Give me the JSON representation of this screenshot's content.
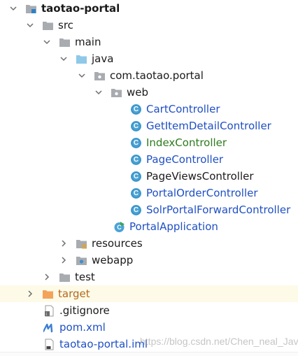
{
  "tree": {
    "project": "taotao-portal",
    "src": "src",
    "main": "main",
    "java": "java",
    "package": "com.taotao.portal",
    "web": "web",
    "classes": [
      "CartController",
      "GetItemDetailController",
      "IndexController",
      "PageController",
      "PageViewsController",
      "PortalOrderController",
      "SolrPortalForwardController"
    ],
    "app": "PortalApplication",
    "resources": "resources",
    "webapp": "webapp",
    "test": "test",
    "target": "target",
    "gitignore": ".gitignore",
    "pom": "pom.xml",
    "iml": "taotao-portal.iml"
  },
  "class_icon_letter": "C",
  "watermark": "https://blog.csdn.net/Chen_neal_Java",
  "colors": {
    "class_icon": "#4aa3d6",
    "folder": "#a8acb0",
    "source_folder": "#8fc8e8",
    "target_folder": "#f3a35a",
    "highlight_row": "#fdfbe8",
    "vcs_added": "#2d7a1e",
    "vcs_modified": "#1f4fc4",
    "ignored": "#b4681c"
  }
}
